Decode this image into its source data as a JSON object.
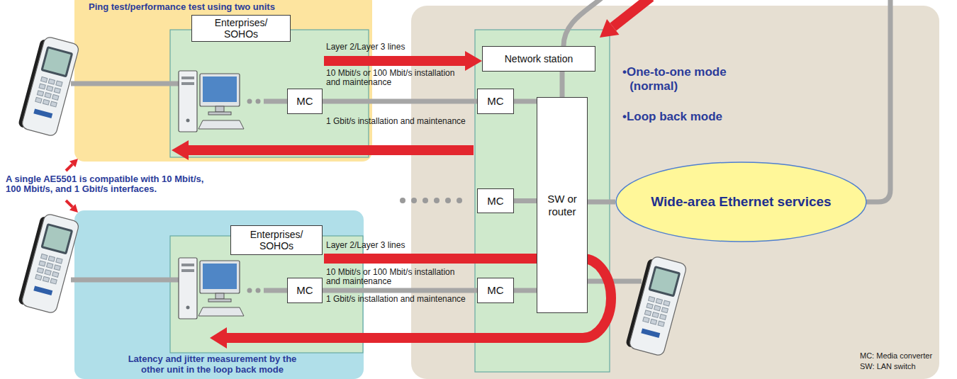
{
  "diagram": {
    "nodes": [
      {
        "text": [
          "Ping test/performance test using two units"
        ]
      },
      {
        "text": [
          "Enterprises/ SOHOs"
        ],
        "in": 0
      },
      {
        "text": [
          "MC"
        ],
        "in": 0
      },
      {
        "text": [
          "Latency and jitter measurement by the other unit in the loop back mode"
        ]
      },
      {
        "text": [
          "Enterprises/ SOHOs"
        ],
        "in": 3
      },
      {
        "text": [
          "MC"
        ],
        "in": 3
      },
      {
        "text": [
          "•One-to-one mode (normal)",
          "•Loop back mode"
        ]
      },
      {
        "text": [
          "Network station"
        ],
        "in": 6
      },
      {
        "text": [
          "MC"
        ],
        "in": 6
      },
      {
        "text": [
          "MC"
        ],
        "in": 6
      },
      {
        "text": [
          "MC"
        ],
        "in": 6
      },
      {
        "text": [
          "SW or router"
        ],
        "in": 6
      },
      {
        "text": [
          "Wide-area Ethernet services"
        ],
        "in": 6
      }
    ],
    "edges": [
      {
        "from": 2,
        "to": 8,
        "arrow": "none"
      },
      {
        "from": 8,
        "to": 11,
        "arrow": "none"
      },
      {
        "from": 9,
        "to": 11,
        "arrow": "none"
      },
      {
        "from": 5,
        "to": 10,
        "arrow": "none"
      },
      {
        "from": 10,
        "to": 11,
        "arrow": "none"
      },
      {
        "from": 7,
        "to": 11,
        "arrow": "none"
      },
      {
        "from": 11,
        "to": 12,
        "arrow": "none"
      }
    ],
    "labels": [
      "A single AE5501 is compatible with 10 Mbit/s, 100 Mbit/s, and 1 Gbit/s interfaces.",
      "Layer 2/Layer 3 lines",
      "10 Mbit/s or 100 Mbit/s installation and maintenance",
      "1 Gbit/s installation and maintenance",
      "Layer 2/Layer 3 lines",
      "10 Mbit/s or 100 Mbit/s installation and maintenance",
      "1 Gbit/s installation and maintenance",
      "MC: Media converter",
      "SW: LAN switch"
    ]
  }
}
